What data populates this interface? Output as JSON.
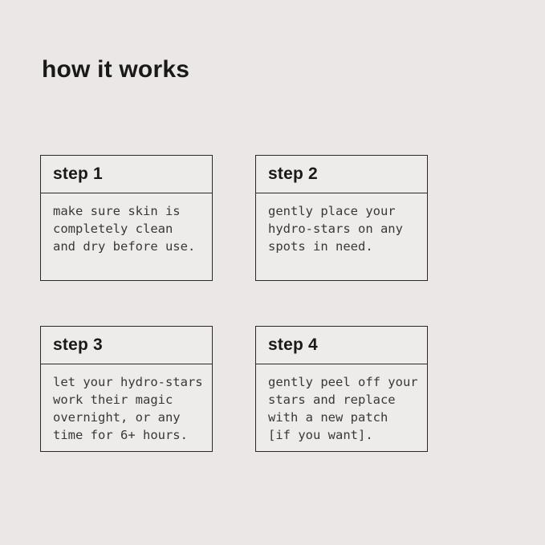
{
  "page": {
    "title": "how it works"
  },
  "colors": {
    "background": "#ebe7e7",
    "card_background": "#eeebeb",
    "border": "#2b2727",
    "title_text": "#1b1918",
    "body_text": "#3b3737"
  },
  "steps": [
    {
      "label": "step 1",
      "lines": [
        "make sure skin is",
        "completely clean",
        "and dry before use."
      ]
    },
    {
      "label": "step 2",
      "lines": [
        "gently place your",
        "hydro-stars on any",
        "spots in need."
      ]
    },
    {
      "label": "step 3",
      "lines": [
        "let your hydro-stars",
        "work their magic",
        "overnight, or any",
        "time for 6+ hours."
      ]
    },
    {
      "label": "step 4",
      "lines": [
        "gently peel off your",
        "stars and replace",
        "with a new patch",
        "[if you want]."
      ]
    }
  ]
}
